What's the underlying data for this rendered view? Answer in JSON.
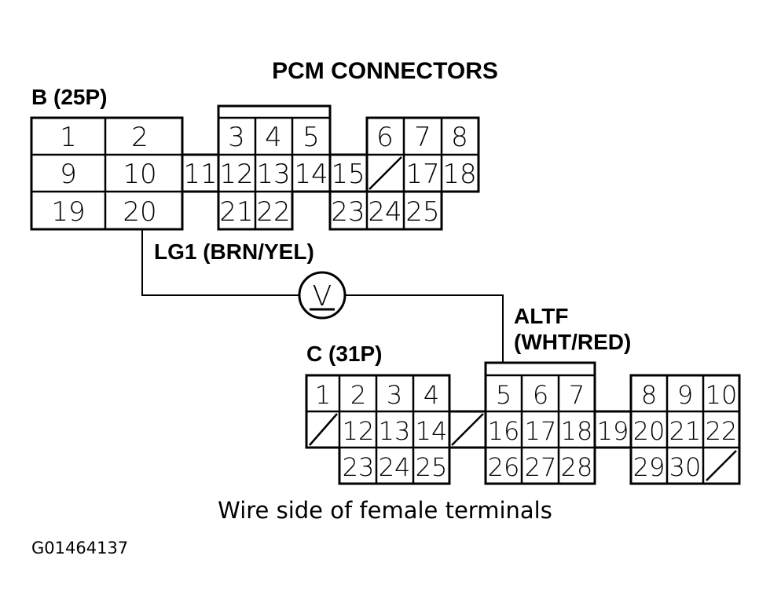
{
  "title": "PCM CONNECTORS",
  "connector_b": {
    "label": "B (25P)",
    "pins": [
      "1",
      "2",
      "3",
      "4",
      "5",
      "6",
      "7",
      "8",
      "9",
      "10",
      "11",
      "12",
      "13",
      "14",
      "15",
      "17",
      "18",
      "19",
      "20",
      "21",
      "22",
      "23",
      "24",
      "25"
    ]
  },
  "connector_c": {
    "label": "C (31P)",
    "pins": [
      "1",
      "2",
      "3",
      "4",
      "5",
      "6",
      "7",
      "8",
      "9",
      "10",
      "12",
      "13",
      "14",
      "16",
      "17",
      "18",
      "19",
      "20",
      "21",
      "22",
      "23",
      "24",
      "25",
      "26",
      "27",
      "28",
      "29",
      "30"
    ]
  },
  "wire_lg1": "LG1 (BRN/YEL)",
  "wire_altf": [
    "ALTF",
    "(WHT/RED)"
  ],
  "meter_symbol": "V",
  "caption": "Wire side of female terminals",
  "figure_id": "G01464137"
}
